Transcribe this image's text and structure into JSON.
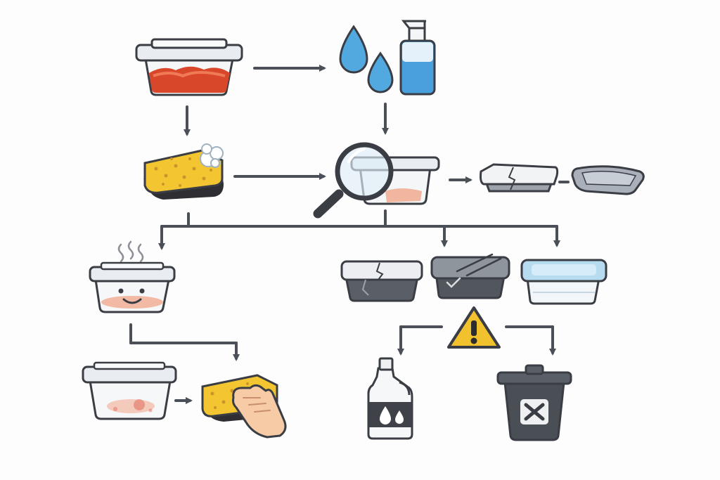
{
  "diagram": {
    "colors": {
      "outline": "#3a3d44",
      "arrow": "#4b4f57",
      "sauce": "#d9472b",
      "sponge": "#f2c531",
      "sponge_base": "#2f2f33",
      "water": "#52a9e0",
      "warning": "#f2c12e",
      "stain": "#f0a68a",
      "lid": "#e9edf1",
      "bin": "#4a4e55"
    },
    "nodes": [
      {
        "id": "stained-container",
        "icon": "tomato-sauce-container-icon"
      },
      {
        "id": "water-and-soap",
        "icon": "water-drops-and-soap-bottle-icon"
      },
      {
        "id": "sponge-wash",
        "icon": "soapy-sponge-icon"
      },
      {
        "id": "inspect",
        "icon": "magnifying-glass-container-icon"
      },
      {
        "id": "cracked-lid-container",
        "icon": "cracked-container-icon"
      },
      {
        "id": "warped-tray",
        "icon": "warped-tray-icon"
      },
      {
        "id": "warm-container",
        "icon": "steaming-happy-container-icon"
      },
      {
        "id": "cracked-dark-container",
        "icon": "cracked-dark-container-icon"
      },
      {
        "id": "scratched-container",
        "icon": "scratched-container-icon"
      },
      {
        "id": "clean-blue-container",
        "icon": "blue-lid-container-icon"
      },
      {
        "id": "warning",
        "icon": "warning-triangle-icon"
      },
      {
        "id": "faded-stain-container",
        "icon": "faded-stain-container-icon"
      },
      {
        "id": "hand-scrub",
        "icon": "hand-scrubbing-sponge-icon"
      },
      {
        "id": "bleach",
        "icon": "bleach-bottle-icon"
      },
      {
        "id": "discard",
        "icon": "trash-bin-x-icon"
      }
    ]
  }
}
